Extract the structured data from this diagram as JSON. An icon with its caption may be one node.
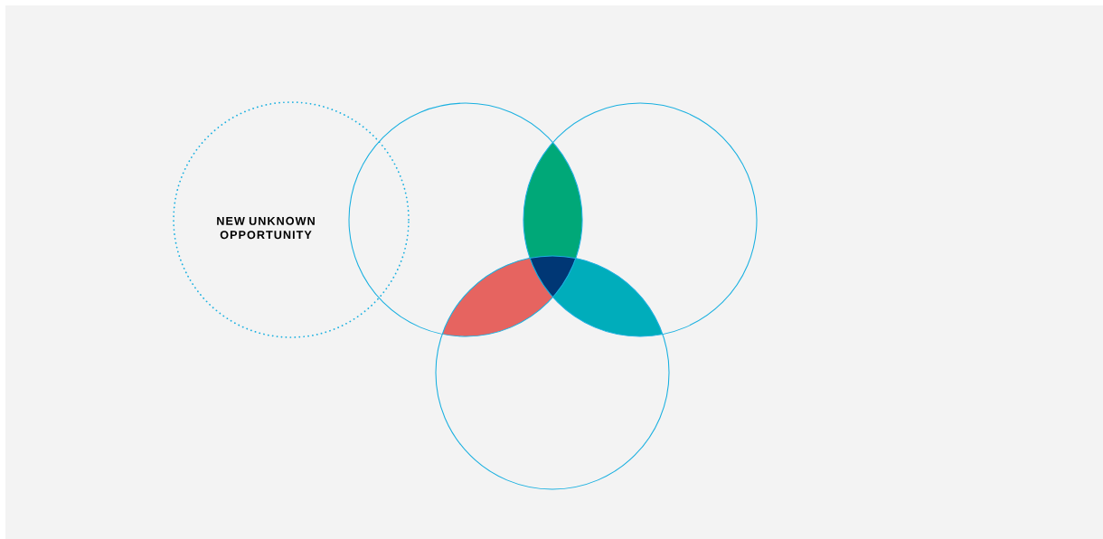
{
  "diagram": {
    "nodes": [
      {
        "text": [
          "NEW UNKNOWN OPPORTUNITY"
        ]
      },
      {
        "text": [],
        "shape": "circle"
      },
      {
        "text": [],
        "shape": "circle"
      },
      {
        "text": [],
        "shape": "circle"
      }
    ]
  }
}
